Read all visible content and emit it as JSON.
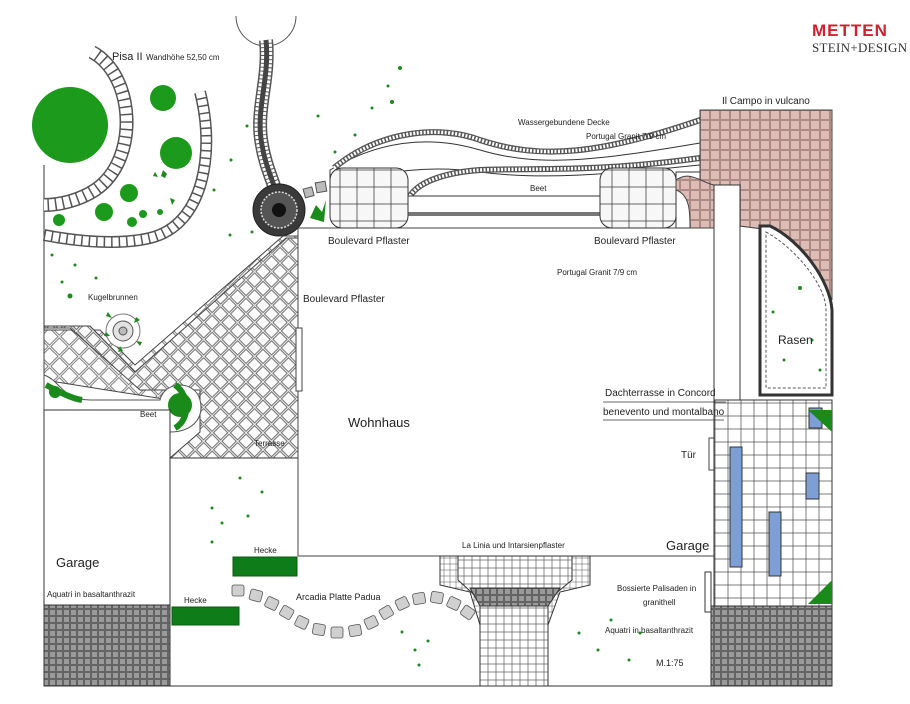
{
  "brand": {
    "logo_top": "METTEN",
    "logo_bottom": "STEIN+DESIGN",
    "accent_color": "#d2202f"
  },
  "labels": {
    "pisa": "Pisa II",
    "wandhoehe": "Wandhöhe 52,50 cm",
    "kugelbrunnen": "Kugelbrunnen",
    "beet_left": "Beet",
    "terrasse": "Terrasse",
    "garage_left": "Garage",
    "aquatri_left": "Aquatri in basaltanthrazit",
    "hecke_upper": "Hecke",
    "hecke_lower": "Hecke",
    "arcadia": "Arcadia Platte Padua",
    "la_linia": "La Linia und Intarsienpflaster",
    "wohnhaus": "Wohnhaus",
    "boulevard_left": "Boulevard  Pflaster",
    "boulevard_right": "Boulevard  Pflaster",
    "boulevard_mid": "Boulevard Pflaster",
    "wassergebundene": "Wassergebundene Decke",
    "portugal_top": "Portugal Granit 7/9 cm",
    "portugal_mid": "Portugal Granit 7/9 cm",
    "beet_top": "Beet",
    "il_campo": "Il Campo in vulcano",
    "rasen": "Rasen",
    "dachterrasse": "Dachterrasse in Concord",
    "benevento": "benevento und montalbano",
    "tuer": "Tür",
    "garage_right": "Garage",
    "bossierte_1": "Bossierte Palisaden in",
    "bossierte_2": "granithell",
    "aquatri_right": "Aquatri in basaltanthrazit",
    "scale": "M.1:75"
  },
  "colors": {
    "plant_green": "#1a8a1a",
    "hedge_green": "#0e7d19",
    "grid_line": "#555555",
    "red_stone": "#d9b7b0",
    "blue_tile": "#7d9fd6",
    "dark_paving": "#8a8a8a"
  }
}
